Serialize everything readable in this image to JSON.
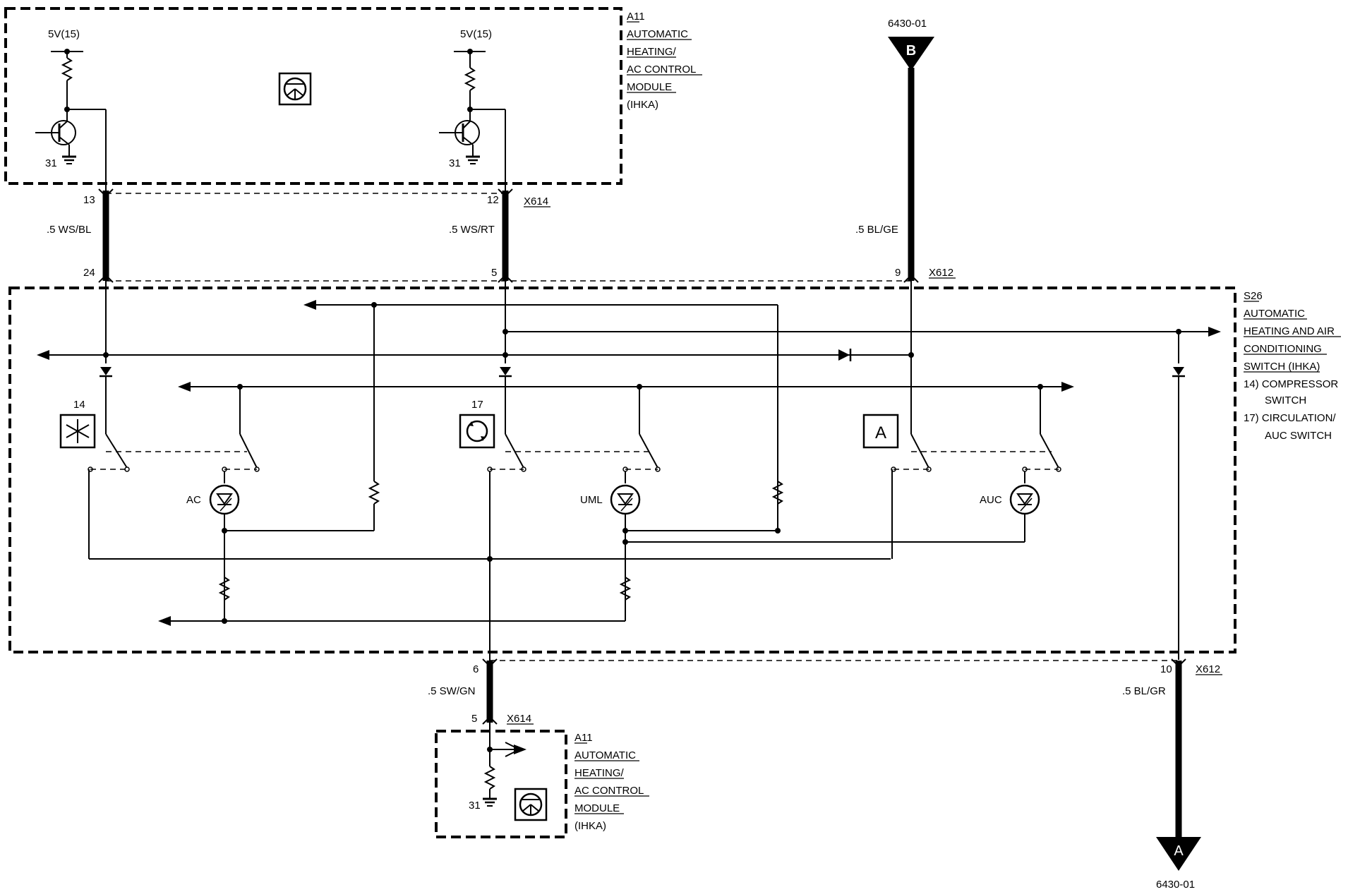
{
  "module_a11_top": {
    "ref": "A11",
    "lines": [
      "AUTOMATIC",
      "HEATING/",
      "AC CONTROL",
      "MODULE",
      "(IHKA)"
    ]
  },
  "module_a11_bottom": {
    "ref": "A11",
    "lines": [
      "AUTOMATIC",
      "HEATING/",
      "AC CONTROL",
      "MODULE",
      "(IHKA)"
    ]
  },
  "switch_s26": {
    "ref": "S26",
    "lines": [
      "AUTOMATIC",
      "HEATING AND AIR",
      "CONDITIONING",
      "SWITCH (IHKA)"
    ],
    "legend": [
      "14) COMPRESSOR",
      "SWITCH",
      "17) CIRCULATION/",
      "AUC SWITCH"
    ]
  },
  "supply": {
    "left": "5V(15)",
    "right": "5V(15)"
  },
  "ground": {
    "left": "31",
    "right": "31",
    "bottom": "31"
  },
  "connectors": {
    "x614_top": "X614",
    "x612_top": "X612",
    "x612_bottom": "X612",
    "x614_bottom": "X614"
  },
  "pins": {
    "p13": "13",
    "p12": "12",
    "p24": "24",
    "p5_top": "5",
    "p9": "9",
    "p6": "6",
    "p5_bottom": "5",
    "p10": "10"
  },
  "wires": {
    "ws_bl": ".5 WS/BL",
    "ws_rt": ".5 WS/RT",
    "bl_ge": ".5 BL/GE",
    "sw_gn": ".5 SW/GN",
    "bl_gr": ".5 BL/GR"
  },
  "references": {
    "ref_top": "6430-01",
    "ref_bottom": "6430-01",
    "connector_b": "B",
    "connector_a": "A"
  },
  "switch_numbers": {
    "s14": "14",
    "s17": "17"
  },
  "auto_label": "A",
  "leds": {
    "ac": "AC",
    "uml": "UML",
    "auc": "AUC"
  }
}
